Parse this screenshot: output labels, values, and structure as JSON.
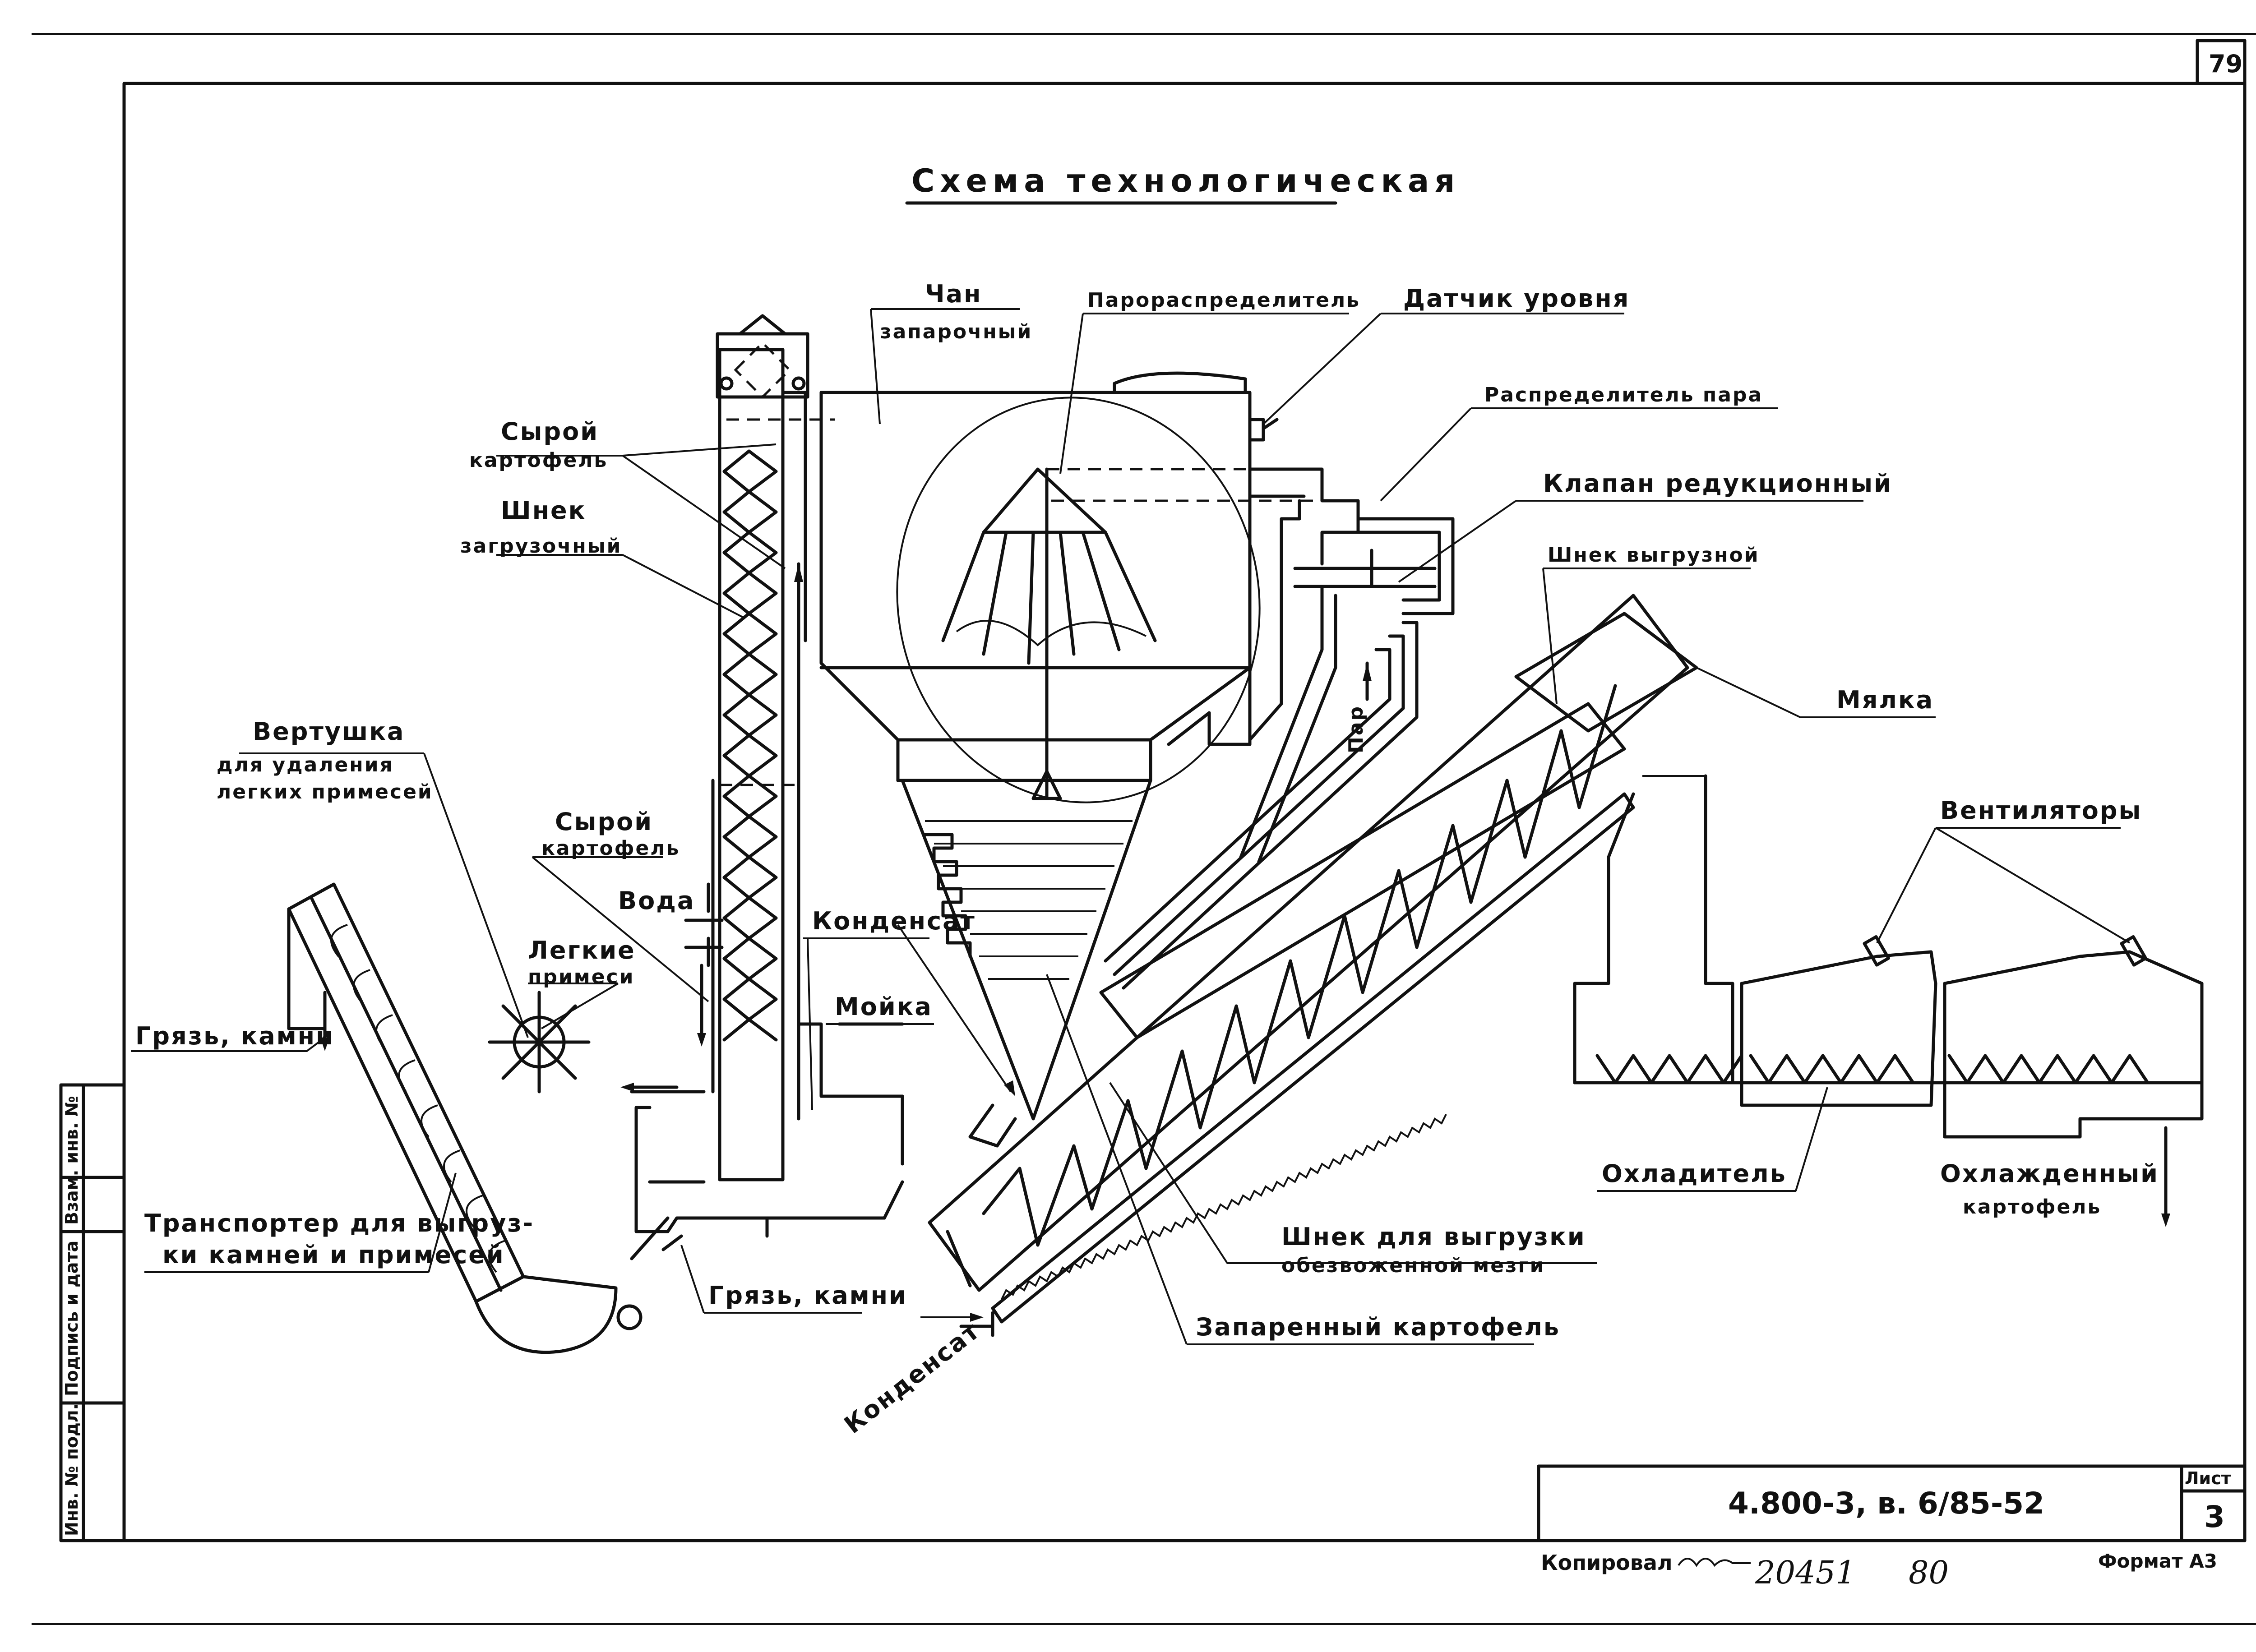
{
  "title": "Схема технологическая",
  "page_number": "79",
  "labels": {
    "chan": "Чан",
    "zaparochny": "запарочный",
    "parorasp": "Парораспределитель",
    "datchik": "Датчик уровня",
    "rasp_para": "Распределитель пара",
    "klapan": "Клапан редукционный",
    "shnek_vygr": "Шнек выгрузной",
    "myalka": "Мялка",
    "syroy1": "Сырой",
    "kartofel1": "картофель",
    "shnek": "Шнек",
    "zagruz": "загрузочный",
    "vertushka": "Вертушка",
    "vert2": "для удаления",
    "vert3": "легких примесей",
    "syroy2": "Сырой",
    "kartofel2": "картофель",
    "voda": "Вода",
    "legkie": "Легкие",
    "primesi": "примеси",
    "kondensat1": "Конденсат",
    "moyka": "Мойка",
    "gryaz1": "Грязь, камни",
    "transp1": "Транспортер для выгруз-",
    "transp2": "ки камней и примесей",
    "gryaz2": "Грязь, камни",
    "kondensat2": "Конденсат",
    "par": "Пар",
    "ventilyatory": "Вентиляторы",
    "okhladitel": "Охладитель",
    "okhl1": "Охлажденный",
    "okhl2": "картофель",
    "shnek_mezgi1": "Шнек для выгрузки",
    "shnek_mezgi2": "обезвоженной мезги",
    "zapareny": "Запаренный картофель"
  },
  "stamp": {
    "code": "4.800-3, в. 6/85-52",
    "list_label": "Лист",
    "list_value": "3",
    "kopiroval": "Копировал",
    "number": "20451",
    "number2": "80",
    "format": "Формат А3"
  },
  "side_stamp": [
    "Инв. № подл.",
    "Подпись и дата",
    "Взам. инв. №"
  ]
}
